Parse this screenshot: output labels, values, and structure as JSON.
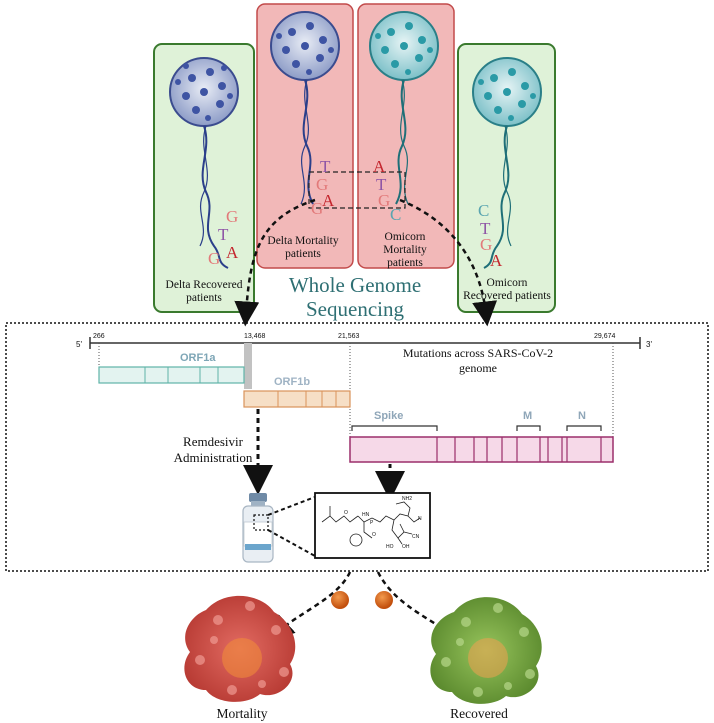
{
  "top_panels": {
    "delta_recovered": {
      "label_line1": "Delta Recovered",
      "label_line2": "patients",
      "bases": [
        "G",
        "T",
        "A",
        "G"
      ]
    },
    "delta_mortality": {
      "label_line1": "Delta Mortality",
      "label_line2": "patients",
      "bases": [
        "T",
        "G",
        "A",
        "G"
      ]
    },
    "omicron_mortality": {
      "label_line1": "Omicorn",
      "label_line2": "Mortality",
      "label_line3": "patients",
      "bases": [
        "A",
        "T",
        "G",
        "C"
      ]
    },
    "omicron_recovered": {
      "label_line1": "Omicorn",
      "label_line2": "Recovered patients",
      "bases": [
        "C",
        "T",
        "G",
        "A"
      ]
    }
  },
  "title": {
    "line1": "Whole Genome",
    "line2": "Sequencing"
  },
  "genome": {
    "five_prime": "5'",
    "three_prime": "3'",
    "positions": [
      "266",
      "13,468",
      "21,563",
      "29,674"
    ],
    "mutations_line1": "Mutations across SARS-CoV-2",
    "mutations_line2": "genome",
    "orf1a": "ORF1a",
    "orf1b": "ORF1b",
    "spike": "Spike",
    "m": "M",
    "n": "N"
  },
  "remdesivir": {
    "line1": "Remdesivir",
    "line2": "Administration"
  },
  "molecule": {
    "nh2": "NH2",
    "o": "O",
    "hn": "HN",
    "p": "P",
    "n": "N",
    "ho": "HO",
    "oh": "OH",
    "cn": "CN"
  },
  "outcomes": {
    "mortality": "Mortality",
    "recovered": "Recovered"
  },
  "colors": {
    "panel_green_fill": "#dff2d8",
    "panel_green_stroke": "#3a7a2e",
    "panel_red_fill": "#f2b8b8",
    "panel_red_stroke": "#c24a4a",
    "title_teal": "#2e6f73",
    "orf1a": "#5fb3a8",
    "orf1b": "#d9935a",
    "spike": "#9b2f6b",
    "mortality_protein": "#d9534f",
    "recovered_protein": "#7fae4a",
    "orange_ball": "#e06a1a"
  }
}
